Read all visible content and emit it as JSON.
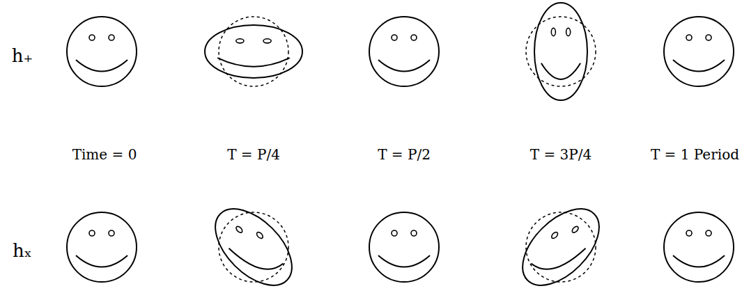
{
  "diagram": {
    "labels": [
      "h₊",
      "Time = 0",
      "T = P/4",
      "T = P/2",
      "T = 3P/4",
      "T = 1 Period",
      "hₓ"
    ]
  }
}
